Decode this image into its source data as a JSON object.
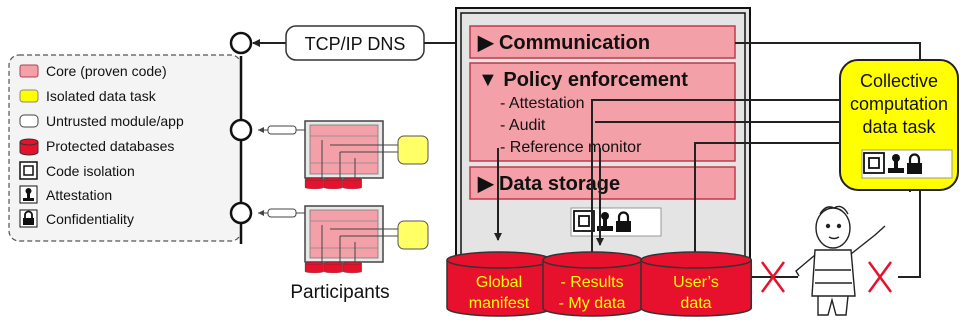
{
  "network": {
    "label": "TCP/IP DNS"
  },
  "participants": {
    "label": "Participants"
  },
  "legend": {
    "items": [
      {
        "label": "Core (proven code)",
        "icon": "core-swatch-icon",
        "color": "#f4a0a8"
      },
      {
        "label": "Isolated data task",
        "icon": "isolated-swatch-icon",
        "color": "#ffff00"
      },
      {
        "label": "Untrusted module/app",
        "icon": "untrusted-swatch-icon",
        "color": "#ffffff"
      },
      {
        "label": "Protected databases",
        "icon": "database-icon",
        "color": "#e8112d"
      },
      {
        "label": "Code isolation",
        "icon": "code-isolation-icon"
      },
      {
        "label": "Attestation",
        "icon": "attestation-icon"
      },
      {
        "label": "Confidentiality",
        "icon": "lock-icon"
      }
    ]
  },
  "node": {
    "communication": "▶ Communication",
    "policy": {
      "title": "▼ Policy enforcement",
      "items": [
        "- Attestation",
        "- Audit",
        "- Reference monitor"
      ]
    },
    "storage": "▶ Data storage"
  },
  "databases": [
    {
      "lines": [
        "Global",
        "manifest"
      ]
    },
    {
      "lines": [
        "- Results",
        "- My data"
      ]
    },
    {
      "lines": [
        "User’s",
        "data"
      ]
    }
  ],
  "collective": {
    "lines": [
      "Collective",
      "computation",
      "data task"
    ]
  },
  "colors": {
    "core": "#f4a0a8",
    "database": "#e8112d",
    "isolated": "#ffff00",
    "cross": "#e8112d"
  }
}
